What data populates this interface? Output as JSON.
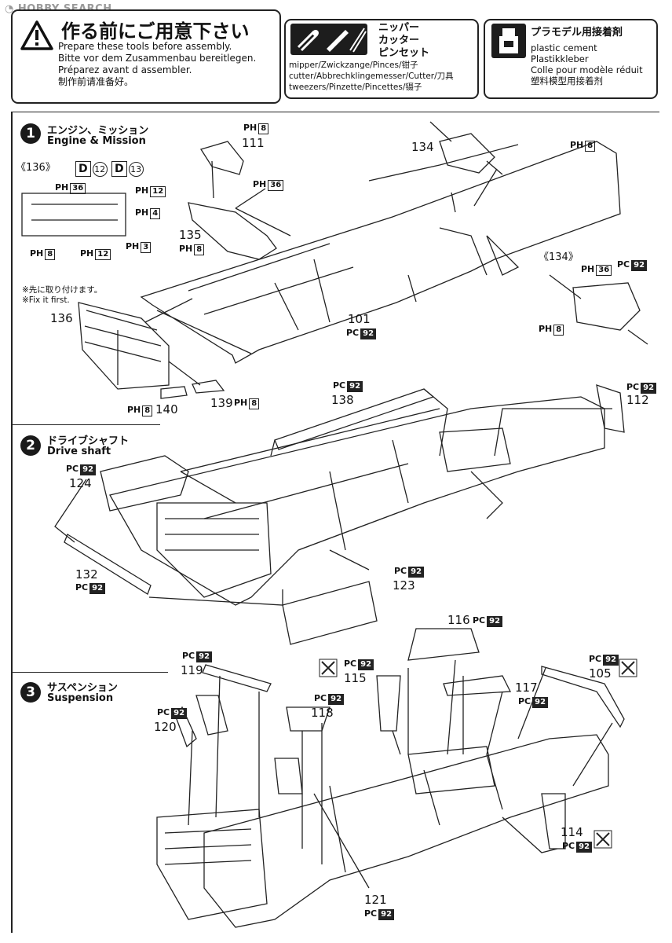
{
  "watermark": "HOBBY SEARCH",
  "header": {
    "prepare": {
      "title_jp": "作る前にご用意下さい",
      "lines": [
        "Prepare these tools before assembly.",
        "Bitte vor dem Zusammenbau bereitlegen.",
        "Préparez avant d assembler.",
        "制作前请准备好。"
      ]
    },
    "tools": {
      "name_jp_1": "ニッパー",
      "name_jp_2": "カッター",
      "name_jp_3": "ピンセット",
      "lines": [
        "mipper/Zwickzange/Pinces/钳子",
        "cutter/Abbrechklingemesser/Cutter/刀具",
        "tweezers/Pinzette/Pincettes/镊子"
      ]
    },
    "cement": {
      "name_jp": "プラモデル用接着剤",
      "lines": [
        "plastic cement",
        "Plastikkleber",
        "Colle pour modèle réduit",
        "塑料模型用接着剂"
      ]
    }
  },
  "steps": [
    {
      "number": "1",
      "title_jp": "エンジン、ミッション",
      "title_en": "Engine & Mission"
    },
    {
      "number": "2",
      "title_jp": "ドライブシャフト",
      "title_en": "Drive shaft"
    },
    {
      "number": "3",
      "title_jp": "サスペンション",
      "title_en": "Suspension"
    }
  ],
  "colors": {
    "ph": "PH",
    "pc": "PC"
  },
  "step1": {
    "inset136": "《136》",
    "d12_letter": "D",
    "d12_num": "12",
    "d13_letter": "D",
    "d13_num": "13",
    "ph36": "36",
    "ph12a": "12",
    "ph4": "4",
    "ph3": "3",
    "ph8a": "8",
    "ph12b": "12",
    "fix_jp": "※先に取り付けます。",
    "fix_en": "※Fix it first.",
    "p111": "111",
    "ph8_111": "8",
    "ph36_135": "36",
    "p135": "135",
    "ph8_135": "8",
    "p136": "136",
    "p101": "101",
    "pc92_101": "92",
    "p134": "134",
    "ph8_134": "8",
    "inset134": "《134》",
    "ph36_inset": "36",
    "pc92_inset": "92",
    "ph8_inset": "8",
    "p140": "140",
    "ph8_140": "8",
    "p139": "139",
    "ph8_139": "8"
  },
  "step2": {
    "p138": "138",
    "pc92_138": "92",
    "p112": "112",
    "pc92_112": "92",
    "p124": "124",
    "pc92_124": "92",
    "p132": "132",
    "pc92_132": "92",
    "p123": "123",
    "pc92_123": "92"
  },
  "step3": {
    "p116": "116",
    "pc92_116": "92",
    "p119": "119",
    "pc92_119": "92",
    "p115": "115",
    "pc92_115": "92",
    "p105": "105",
    "pc92_105": "92",
    "p117": "117",
    "pc92_117": "92",
    "p118": "118",
    "pc92_118": "92",
    "p120": "120",
    "pc92_120": "92",
    "p114": "114",
    "pc92_114": "92",
    "p121": "121",
    "pc92_121": "92"
  }
}
